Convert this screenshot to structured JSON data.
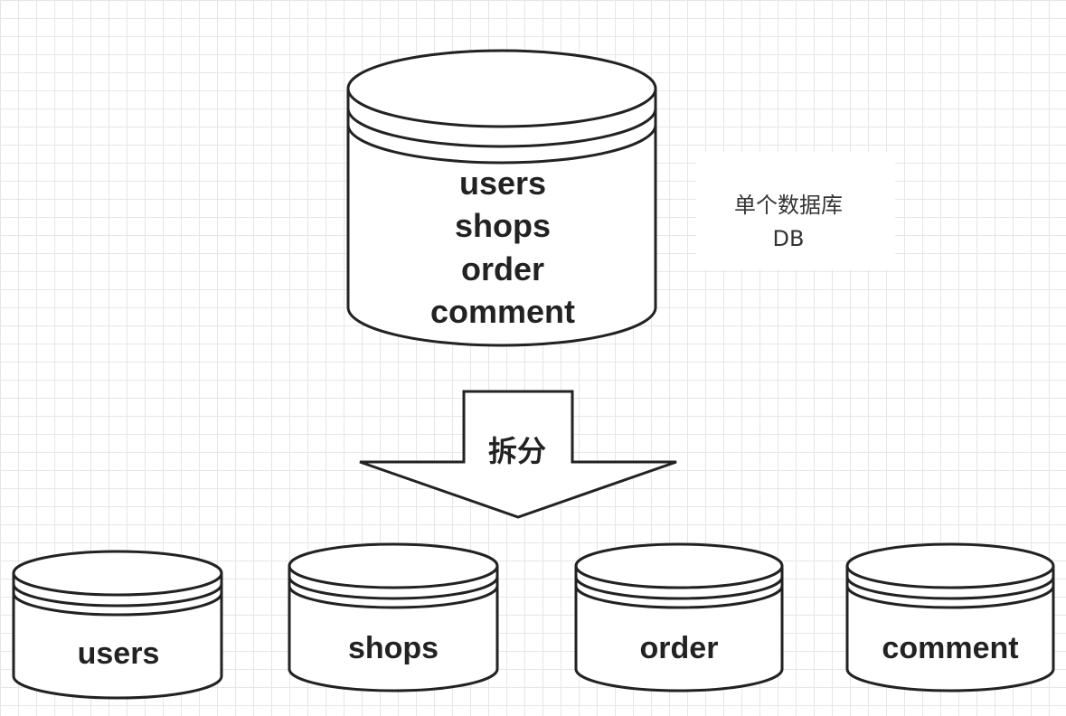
{
  "main_db": {
    "tables": [
      "users",
      "shops",
      "order",
      "comment"
    ]
  },
  "note": {
    "line1": "单个数据库",
    "line2": "DB"
  },
  "arrow": {
    "label": "拆分"
  },
  "split_dbs": [
    {
      "label": "users"
    },
    {
      "label": "shops"
    },
    {
      "label": "order"
    },
    {
      "label": "comment"
    }
  ]
}
